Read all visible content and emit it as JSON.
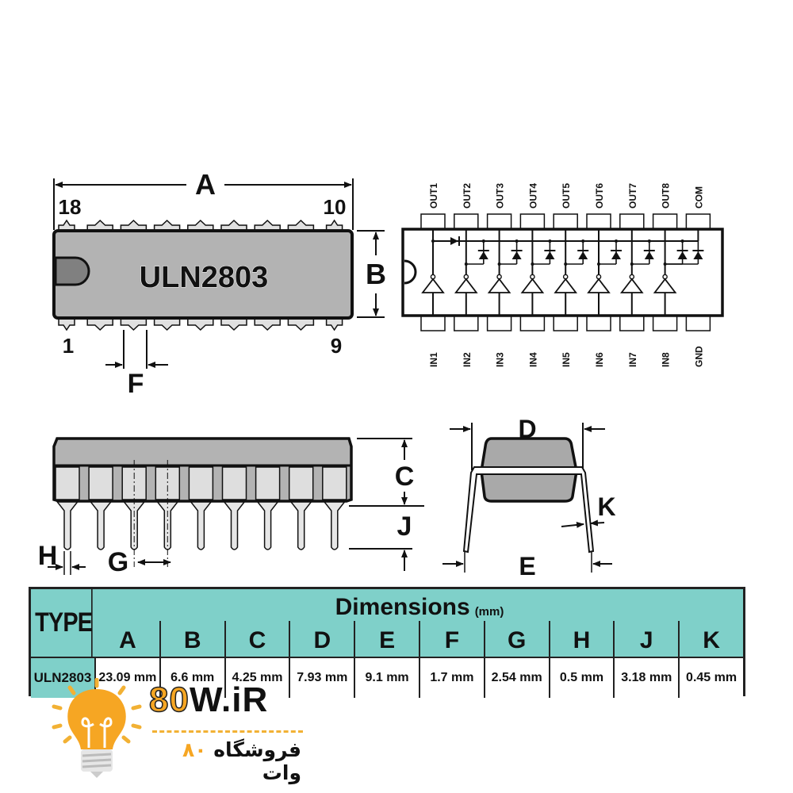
{
  "top_view": {
    "part_label": "ULN2803",
    "dim_A": "A",
    "dim_B": "B",
    "dim_F": "F",
    "pin_18": "18",
    "pin_10": "10",
    "pin_1": "1",
    "pin_9": "9"
  },
  "pinout": {
    "top_pins": [
      "OUT1",
      "OUT2",
      "OUT3",
      "OUT4",
      "OUT5",
      "OUT6",
      "OUT7",
      "OUT8",
      "COM"
    ],
    "bottom_pins": [
      "IN1",
      "IN2",
      "IN3",
      "IN4",
      "IN5",
      "IN6",
      "IN7",
      "IN8",
      "GND"
    ]
  },
  "side_view": {
    "dim_C": "C",
    "dim_J": "J",
    "dim_H": "H",
    "dim_G": "G"
  },
  "end_view": {
    "dim_D": "D",
    "dim_E": "E",
    "dim_K": "K"
  },
  "table": {
    "type_header": "TYPE",
    "title": "Dimensions",
    "unit": "(mm)",
    "columns": [
      "A",
      "B",
      "C",
      "D",
      "E",
      "F",
      "G",
      "H",
      "J",
      "K"
    ],
    "row": {
      "type": "ULN2803",
      "values": [
        "23.09 mm",
        "6.6 mm",
        "4.25 mm",
        "7.93 mm",
        "9.1 mm",
        "1.7 mm",
        "2.54 mm",
        "0.5 mm",
        "3.18 mm",
        "0.45 mm"
      ]
    }
  },
  "logo": {
    "num": "80",
    "rest": "W.iR",
    "fa_pre": "فروشگاه",
    "fa_num": "۸۰",
    "fa_post": "وات",
    "accent": "#f6a623"
  }
}
